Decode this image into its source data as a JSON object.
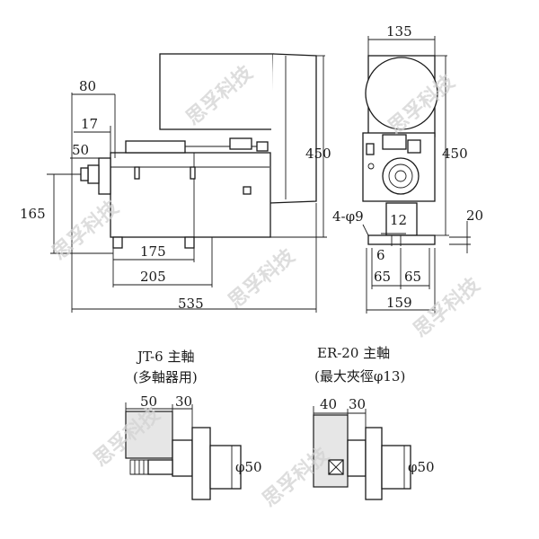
{
  "dimensions": {
    "d80": "80",
    "d17": "17",
    "d50": "50",
    "d165": "165",
    "d175": "175",
    "d205": "205",
    "d535": "535",
    "d450_left": "450",
    "d135": "135",
    "d450_right": "450",
    "d4phi9": "4-φ9",
    "d12": "12",
    "d20": "20",
    "d6": "6",
    "d65a": "65",
    "d65b": "65",
    "d159": "159",
    "jt_50": "50",
    "jt_30": "30",
    "jt_phi50": "φ50",
    "er_40": "40",
    "er_30": "30",
    "er_phi50": "φ50"
  },
  "captions": {
    "jt_title": "JT-6 主軸",
    "jt_sub": "(多軸器用)",
    "er_title": "ER-20 主軸",
    "er_sub": "(最大夾徑φ13)"
  },
  "watermark": "思孚科技"
}
